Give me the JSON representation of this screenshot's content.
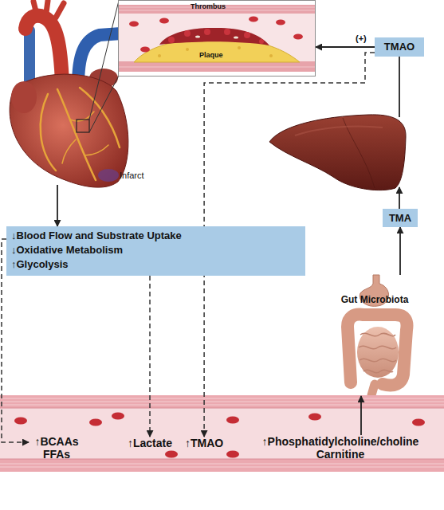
{
  "diagram": {
    "nodes": [
      {
        "text": [
          "Infarct"
        ]
      },
      {
        "text": [
          "Thrombus",
          "Plaque"
        ]
      },
      {
        "text": [
          "TMAO"
        ]
      },
      {
        "text": [
          "TMA"
        ]
      },
      {
        "text": [
          "↓Blood Flow and Substrate Uptake",
          "↓Oxidative Metabolism",
          "↑Glycolysis"
        ]
      },
      {
        "text": [
          "Gut Microbiota"
        ]
      },
      {
        "text": [
          "↑BCAAs FFAs"
        ]
      },
      {
        "text": [
          "↑Lactate"
        ]
      },
      {
        "text": [
          "↑TMAO"
        ]
      },
      {
        "text": [
          "↑Phosphatidylcholine/choline Carnitine"
        ]
      }
    ],
    "edges": [
      {
        "from": 0,
        "to": 4,
        "arrow": "to"
      },
      {
        "from": 4,
        "to": 6,
        "arrow": "to"
      },
      {
        "from": 4,
        "to": 7,
        "arrow": "to"
      },
      {
        "from": 2,
        "to": 8,
        "arrow": "to"
      },
      {
        "from": 2,
        "to": 1,
        "label": "(+)",
        "arrow": "to"
      },
      {
        "from": 9,
        "to": 5,
        "arrow": "to"
      },
      {
        "from": 5,
        "to": 3,
        "arrow": "to"
      }
    ]
  }
}
